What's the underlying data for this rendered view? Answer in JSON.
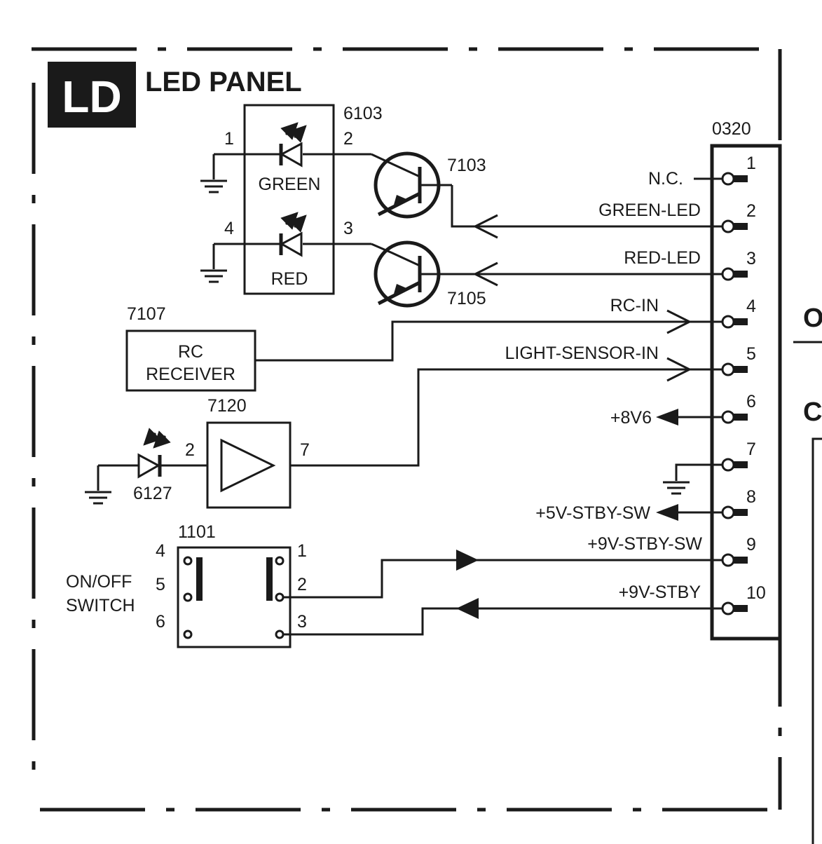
{
  "panel": {
    "badge": "LD",
    "title": "LED PANEL"
  },
  "led_module": {
    "ref": "6103",
    "green_label": "GREEN",
    "red_label": "RED",
    "pins": {
      "p1": "1",
      "p2": "2",
      "p3": "3",
      "p4": "4"
    }
  },
  "transistors": {
    "t1": "7103",
    "t2": "7105"
  },
  "rc_receiver": {
    "ref": "7107",
    "line1": "RC",
    "line2": "RECEIVER"
  },
  "amplifier": {
    "ref": "7120",
    "pin_in": "2",
    "pin_out": "7"
  },
  "light_sensor": {
    "ref": "6127"
  },
  "switch": {
    "ref": "1101",
    "label_line1": "ON/OFF",
    "label_line2": "SWITCH",
    "pins": {
      "p1": "1",
      "p2": "2",
      "p3": "3",
      "p4": "4",
      "p5": "5",
      "p6": "6"
    }
  },
  "connector": {
    "ref": "0320",
    "pins": [
      {
        "num": "1",
        "signal": "N.C."
      },
      {
        "num": "2",
        "signal": "GREEN-LED"
      },
      {
        "num": "3",
        "signal": "RED-LED"
      },
      {
        "num": "4",
        "signal": "RC-IN"
      },
      {
        "num": "5",
        "signal": "LIGHT-SENSOR-IN"
      },
      {
        "num": "6",
        "signal": "+8V6"
      },
      {
        "num": "7",
        "signal": ""
      },
      {
        "num": "8",
        "signal": "+5V-STBY-SW"
      },
      {
        "num": "9",
        "signal": "+9V-STBY-SW"
      },
      {
        "num": "10",
        "signal": "+9V-STBY"
      }
    ]
  },
  "edge_fragments": {
    "f1": "O",
    "f2": "C"
  }
}
